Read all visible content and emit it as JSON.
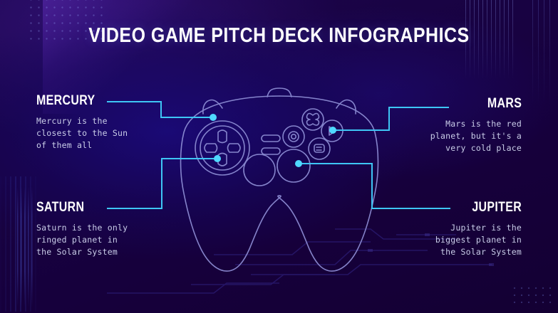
{
  "slide": {
    "title": "VIDEO GAME PITCH DECK INFOGRAPHICS",
    "colors": {
      "background_deep": "#170038",
      "background_mid": "#160066",
      "accent_cyan": "#3ec6f5",
      "dot_cyan": "#4fd8ff",
      "heading_white": "#ffffff",
      "body_text": "#c9cde8",
      "controller_outline": "#8f8fd6"
    },
    "center_graphic": "game-controller-outline"
  },
  "items": [
    {
      "id": "mercury",
      "heading": "MERCURY",
      "body": "Mercury is the\nclosest to the Sun\nof them all",
      "side": "left",
      "hotspot": "controller-shoulder-left"
    },
    {
      "id": "saturn",
      "heading": "SATURN",
      "body": "Saturn is the only\nringed planet in\nthe Solar System",
      "side": "left",
      "hotspot": "controller-dpad"
    },
    {
      "id": "mars",
      "heading": "MARS",
      "body": "Mars is the red\nplanet, but it's a\nvery cold place",
      "side": "right",
      "hotspot": "controller-face-button-right"
    },
    {
      "id": "jupiter",
      "heading": "JUPITER",
      "body": "Jupiter is the\nbiggest planet in\nthe Solar System",
      "side": "right",
      "hotspot": "controller-right-stick"
    }
  ]
}
